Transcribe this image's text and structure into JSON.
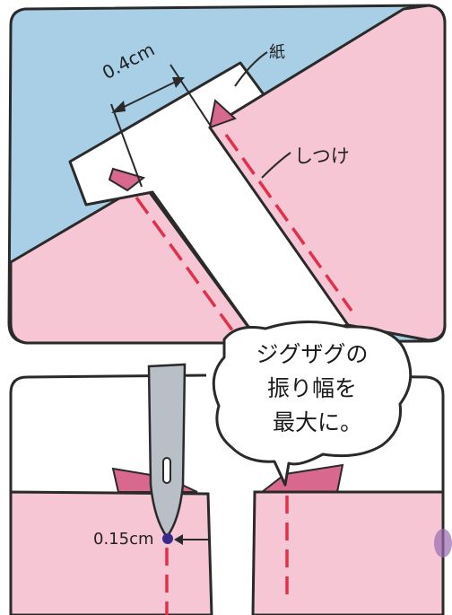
{
  "labels": {
    "gap_width": "0.4cm",
    "paper": "紙",
    "basting": "しつけ",
    "needle_offset": "0.15cm"
  },
  "bubble": {
    "line1": "ジグザグの",
    "line2": "振り幅を",
    "line3": "最大に。"
  },
  "colors": {
    "sky": "#a9cfe6",
    "fabric": "#f6c6d4",
    "fabric_fold": "#d9688e",
    "paper": "#ffffff",
    "basting_thread": "#e0304a",
    "needle": "#b9bfc7",
    "needle_dot": "#3a2a8c",
    "outline": "#2a2a2a"
  }
}
